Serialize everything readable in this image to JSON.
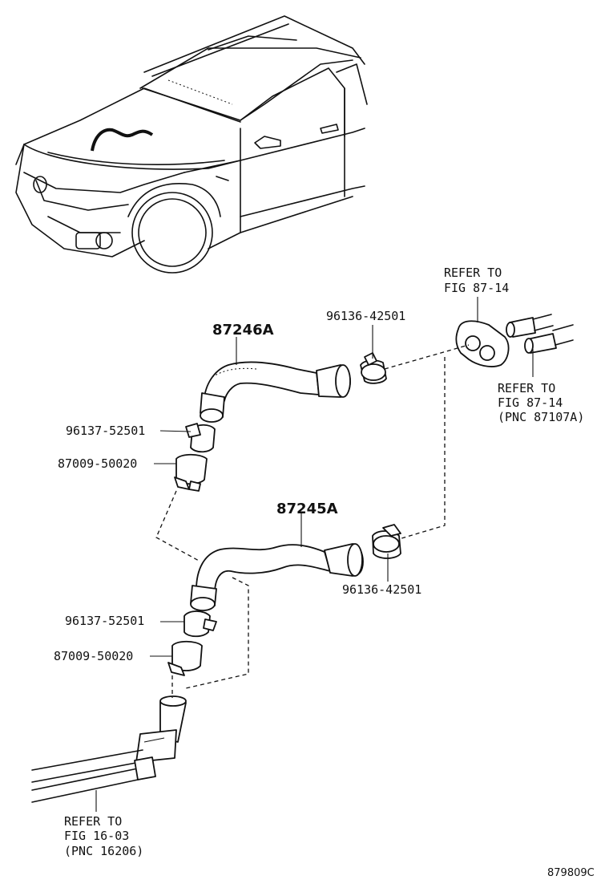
{
  "labels": {
    "part_87246A": "87246A",
    "part_87245A": "87245A",
    "clamp_upper": "96136-42501",
    "clamp_lower": "96136-42501",
    "band_upper": "96137-52501",
    "band_lower": "96137-52501",
    "holder_upper": "87009-50020",
    "holder_lower": "87009-50020",
    "refer_top": [
      "REFER TO",
      "FIG 87-14"
    ],
    "refer_right": [
      "REFER TO",
      "FIG 87-14",
      "(PNC 87107A)"
    ],
    "refer_bottom": [
      "REFER TO",
      "FIG 16-03",
      "(PNC 16206)"
    ],
    "diagram_code": "879809C"
  },
  "icons": [
    "car-illustration",
    "hose-upper",
    "hose-lower",
    "clamp",
    "grommet",
    "pipe-assembly",
    "heater-pipes"
  ]
}
